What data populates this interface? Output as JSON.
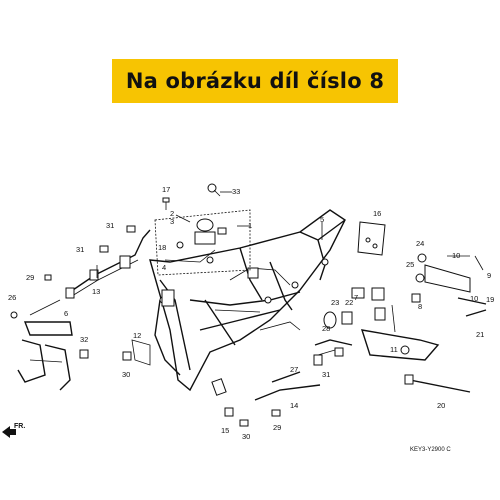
{
  "banner": {
    "text": "Na obrázku díl číslo 8",
    "color": "#f7c402"
  },
  "diagram": {
    "labels": [
      "1",
      "2",
      "3",
      "4",
      "5",
      "6",
      "7",
      "8",
      "9",
      "10",
      "10",
      "11",
      "12",
      "13",
      "14",
      "15",
      "16",
      "17",
      "18",
      "19",
      "20",
      "21",
      "22",
      "23",
      "24",
      "25",
      "26",
      "27",
      "28",
      "29",
      "29",
      "30",
      "30",
      "31",
      "31",
      "31",
      "32",
      "33"
    ],
    "direction_marker": "FR.",
    "drawing_code": "KEY3-Y2900 C"
  }
}
